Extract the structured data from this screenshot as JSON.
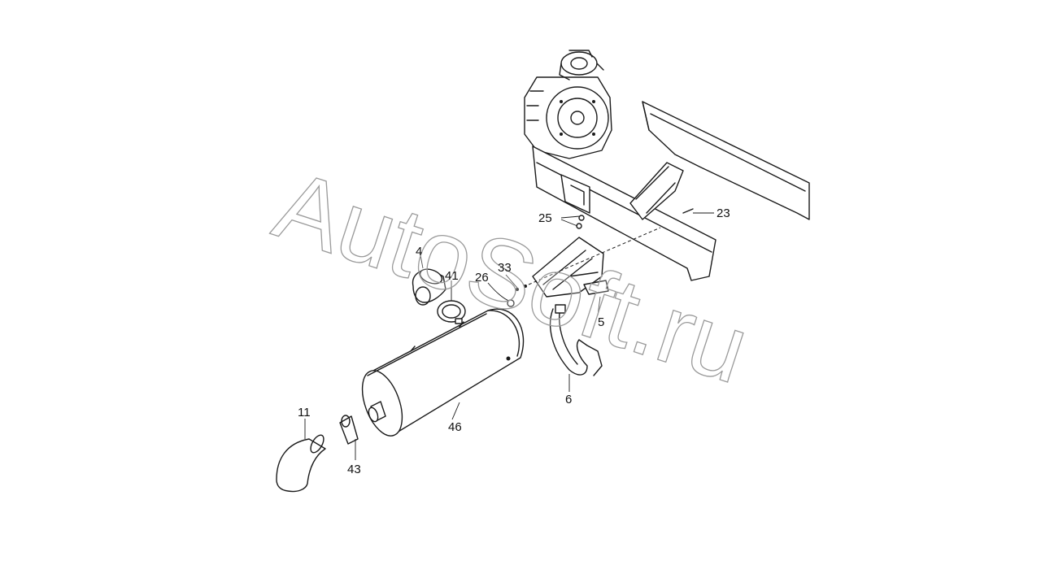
{
  "watermark": "AutoSoft.ru",
  "callouts": {
    "c4": "4",
    "c41": "41",
    "c26": "26",
    "c33": "33",
    "c25": "25",
    "c23": "23",
    "c5": "5",
    "c6": "6",
    "c46": "46",
    "c11": "11",
    "c43": "43"
  }
}
